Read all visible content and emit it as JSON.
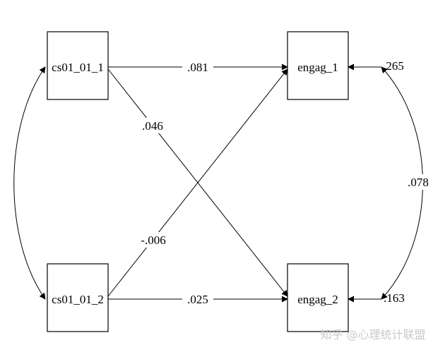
{
  "nodes": {
    "cs1": "cs01_01_1",
    "cs2": "cs01_01_2",
    "eng1": "engag_1",
    "eng2": "engag_2"
  },
  "paths": {
    "cs1_eng1": ".081",
    "cs1_eng2": ".046",
    "cs2_eng1": "-.006",
    "cs2_eng2": ".025"
  },
  "covariances": {
    "cs1_cs2": "",
    "eng_residuals": ".078"
  },
  "residuals": {
    "eng1": ".265",
    "eng2": ".163"
  },
  "watermark": {
    "text": "知乎 @心理统计联盟"
  }
}
